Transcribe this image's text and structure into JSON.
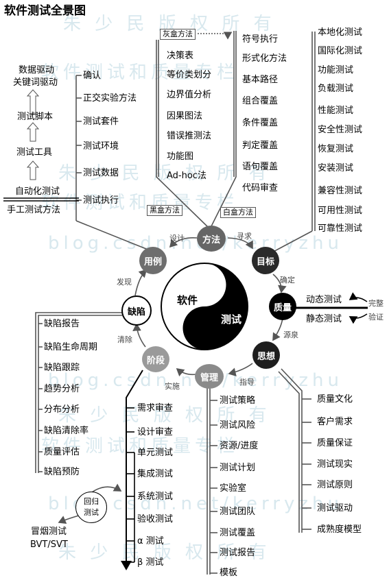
{
  "title": "软件测试全景图",
  "watermarks": [
    "朱 少 民 版 权 所 有",
    "软件测试和质量专栏",
    "blog.csdn.net/kerryzhu"
  ],
  "left_chain": [
    "数据驱动",
    "关键词驱动",
    "测试脚本",
    "测试工具",
    "自动化测试",
    "手工测试方法"
  ],
  "left_methods": [
    "确认",
    "正交实验方法",
    "测试套件",
    "测试环境",
    "测试数据",
    "测试执行"
  ],
  "grey_box": "灰盒方法",
  "black_box": "黑盒方法",
  "white_box": "白盒方法",
  "black_methods": [
    "决策表",
    "等价类划分",
    "边界值分析",
    "因果图法",
    "错误推测法",
    "功能图",
    "Ad-hoc法"
  ],
  "white_methods": [
    "符号执行",
    "形式化方法",
    "基本路径",
    "组合覆盖",
    "条件覆盖",
    "判定覆盖",
    "语句覆盖",
    "代码审查"
  ],
  "goals": [
    "本地化测试",
    "国际化测试",
    "功能测试",
    "负载测试",
    "性能测试",
    "安全性测试",
    "恢复测试",
    "安装测试",
    "兼容性测试",
    "可用性测试",
    "可靠性测试"
  ],
  "center": {
    "line1": "软件",
    "line2": "测试"
  },
  "nodes": {
    "method": "方法",
    "goal": "目标",
    "quality": "质量",
    "thought": "思想",
    "management": "管理",
    "stage": "阶段",
    "defect": "缺陷",
    "usecase": "用例"
  },
  "arrows": {
    "design": "设计",
    "seek": "寻求",
    "define": "确定",
    "source": "源泉",
    "guide": "指导",
    "implement": "实施",
    "clear": "清除",
    "discover": "发现"
  },
  "quality_items": [
    "动态测试",
    "静态测试"
  ],
  "complete_verify": [
    "完整",
    "验证"
  ],
  "thought_items": [
    "质量文化",
    "客户需求",
    "质量保证",
    "测试现实",
    "测试原则",
    "测试驱动",
    "成熟度模型"
  ],
  "management_items": [
    "测试策略",
    "测试风险",
    "资源/进度",
    "测试计划",
    "实验室",
    "测试团队",
    "测试覆盖",
    "测试报告",
    "模板"
  ],
  "stage_items": [
    "需求审查",
    "设计审查",
    "单元测试",
    "集成测试",
    "系统测试",
    "验收测试",
    "α 测试",
    "β 测试"
  ],
  "regression": {
    "line1": "回归",
    "line2": "测试"
  },
  "smoke": {
    "line1": "冒烟测试",
    "line2": "BVT/SVT"
  },
  "defect_items": [
    "缺陷报告",
    "缺陷生命周期",
    "缺陷跟踪",
    "趋势分析",
    "分布分析",
    "缺陷清除率",
    "质量评估",
    "缺陷预防"
  ],
  "colors": {
    "method": "#666666",
    "goal": "#2a2a2a",
    "quality": "#000000",
    "thought": "#1e1e1e",
    "management": "#8a8a8a",
    "stage": "#9a9a9a",
    "defect": "#ffffff",
    "usecase": "#6e6e6e"
  }
}
